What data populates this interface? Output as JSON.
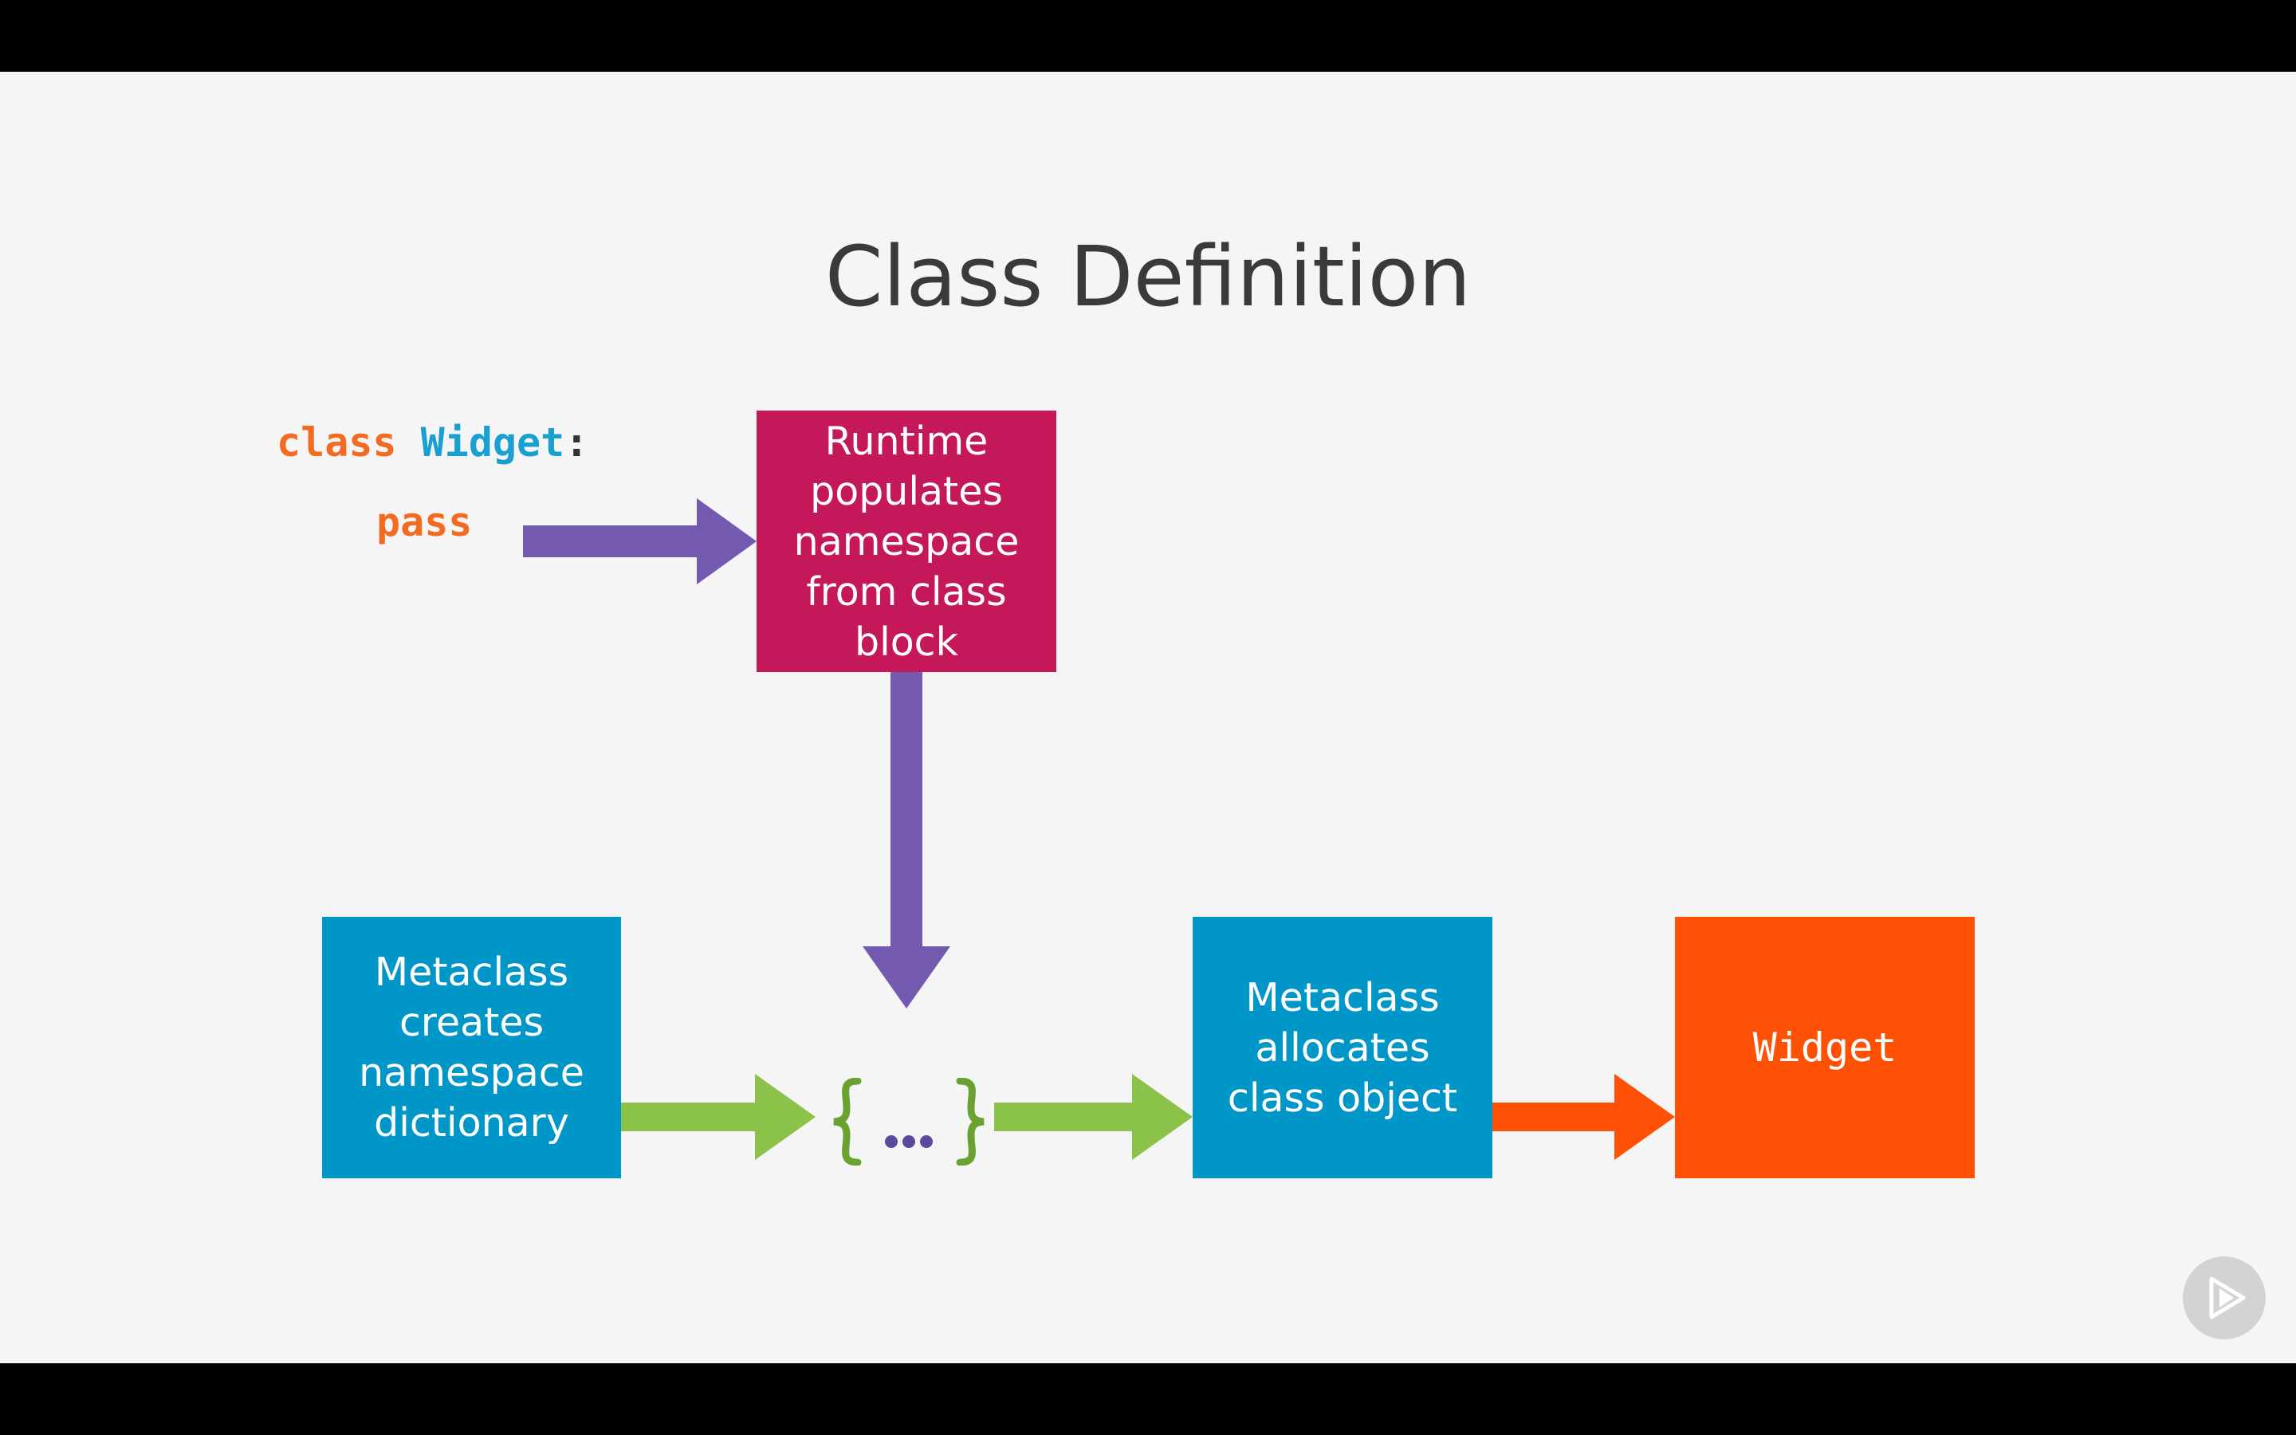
{
  "title": "Class Definition",
  "code": {
    "line1_keyword": "class",
    "line1_name": "Widget",
    "line1_colon": ":",
    "line2_keyword": "pass"
  },
  "boxes": {
    "runtime": "Runtime\npopulates\nnamespace\nfrom class\nblock",
    "metaclass_creates": "Metaclass\ncreates\nnamespace\ndictionary",
    "metaclass_allocates": "Metaclass\nallocates\nclass object",
    "widget": "Widget"
  },
  "colors": {
    "runtime_box": "#c4185b",
    "metaclass_box": "#0096c8",
    "widget_box": "#ff5105",
    "purple_arrow": "#7459b0",
    "green_arrow": "#8bc34a",
    "orange_arrow": "#ff5105",
    "brace": "#6aa232",
    "dots": "#5b4a9c"
  },
  "icons": {
    "dict_symbol": "curly-brace-ellipsis-icon",
    "play": "play-logo-icon"
  }
}
